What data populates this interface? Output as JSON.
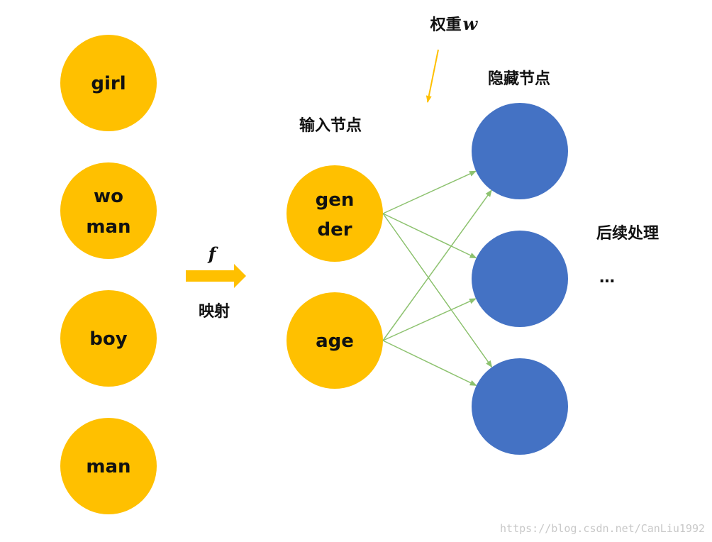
{
  "colors": {
    "input_node": "#FFC000",
    "hidden_node": "#4472C4",
    "connection": "#8DC26F",
    "mapping_arrow": "#FFC000",
    "weight_arrow": "#FFC000",
    "text": "#111111"
  },
  "words": [
    {
      "lines": [
        "girl"
      ]
    },
    {
      "lines": [
        "wo",
        "man"
      ]
    },
    {
      "lines": [
        "boy"
      ]
    },
    {
      "lines": [
        "man"
      ]
    }
  ],
  "mapping": {
    "symbol": "f",
    "label": "映射"
  },
  "input_section": {
    "title": "输入节点",
    "nodes": [
      {
        "lines": [
          "gen",
          "der"
        ]
      },
      {
        "lines": [
          "age"
        ]
      }
    ]
  },
  "weight": {
    "label_prefix": "权重",
    "symbol": "w"
  },
  "hidden_section": {
    "title": "隐藏节点",
    "node_count": 3
  },
  "followup": {
    "label": "后续处理",
    "ellipsis": "…"
  },
  "watermark": "https://blog.csdn.net/CanLiu1992"
}
